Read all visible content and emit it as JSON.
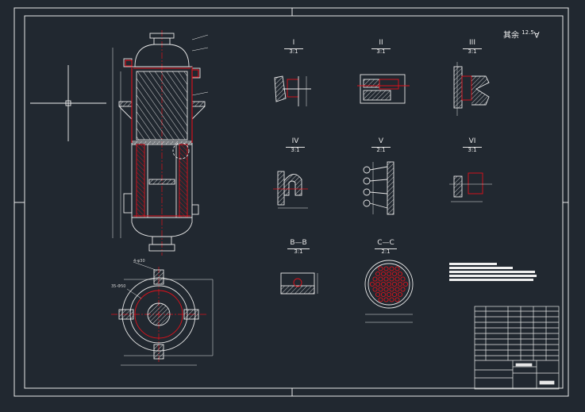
{
  "drawing": {
    "background": "#212830",
    "line_color": "#e8e8e8",
    "accent_color": "#e0101a",
    "roughness_label": "其余",
    "roughness_value": "12.5",
    "details": [
      {
        "id": "I",
        "scale": "3:1"
      },
      {
        "id": "II",
        "scale": "3:1"
      },
      {
        "id": "III",
        "scale": "3:1"
      },
      {
        "id": "IV",
        "scale": "3:1"
      },
      {
        "id": "V",
        "scale": "2:1"
      },
      {
        "id": "VI",
        "scale": "3:1"
      },
      {
        "id": "B—B",
        "scale": "3:1"
      },
      {
        "id": "C—C",
        "scale": "2:1"
      }
    ],
    "plan_view_labels": {
      "bolt_holes": "4-φ30",
      "nozzle": "35-Φ50"
    }
  }
}
